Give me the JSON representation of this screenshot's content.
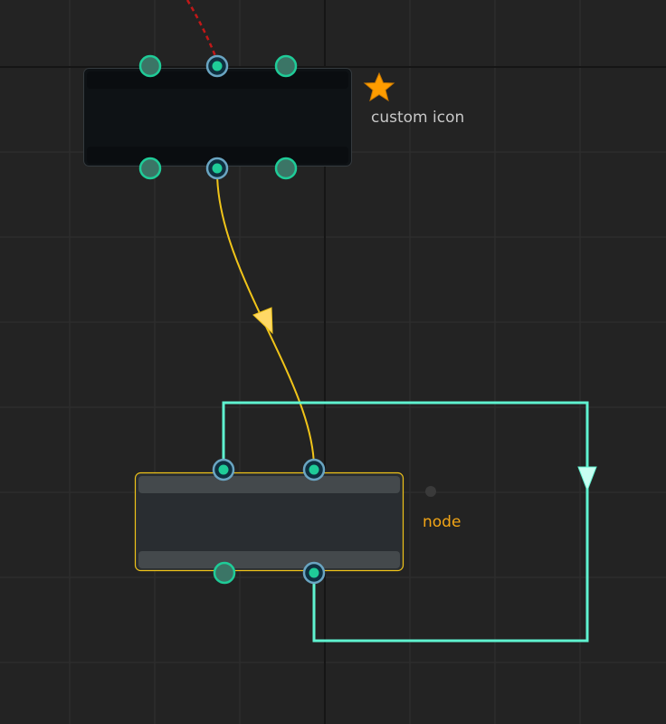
{
  "nodes": [
    {
      "id": "custom-icon-node",
      "label": "custom icon",
      "label_color": "#c8c8c8",
      "icon": "star-icon",
      "icon_color": "#ff9d00"
    },
    {
      "id": "node",
      "label": "node",
      "label_color": "#f2a516",
      "border_color": "#f0c419"
    }
  ],
  "edges": [
    {
      "from": "offscreen",
      "to": "custom-icon-node",
      "style": "dashed",
      "color": "#c01818"
    },
    {
      "from": "custom-icon-node",
      "to": "node",
      "style": "curve-arrow",
      "color": "#f0c419"
    },
    {
      "from": "node",
      "to": "node",
      "style": "orthogonal-loop-arrow",
      "color": "#5ff3d0"
    }
  ]
}
